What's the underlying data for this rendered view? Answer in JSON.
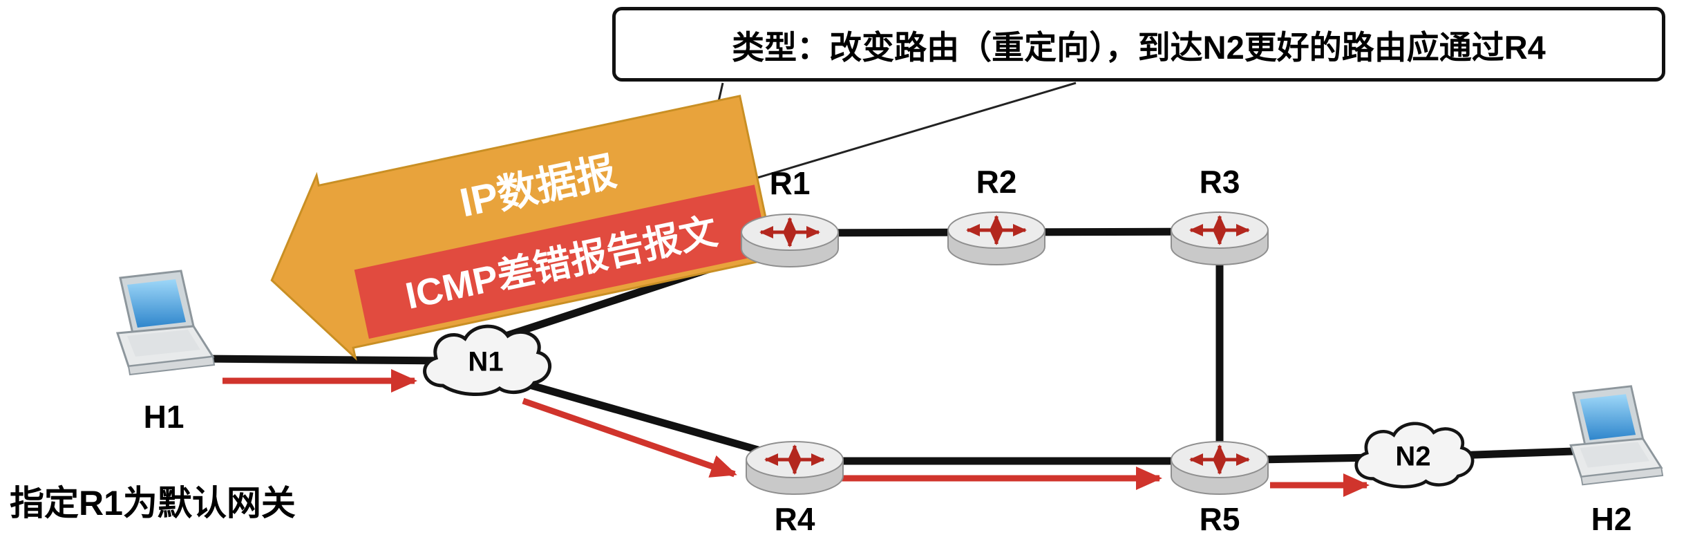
{
  "callout": {
    "text": "类型：改变路由（重定向），到达N2更好的路由应通过R4"
  },
  "banner": {
    "outer_label": "IP数据报",
    "inner_label": "ICMP差错报告报文"
  },
  "note": {
    "text": "指定R1为默认网关"
  },
  "nodes": {
    "h1": {
      "label": "H1",
      "type": "host"
    },
    "h2": {
      "label": "H2",
      "type": "host"
    },
    "n1": {
      "label": "N1",
      "type": "network-cloud"
    },
    "n2": {
      "label": "N2",
      "type": "network-cloud"
    },
    "r1": {
      "label": "R1",
      "type": "router"
    },
    "r2": {
      "label": "R2",
      "type": "router"
    },
    "r3": {
      "label": "R3",
      "type": "router"
    },
    "r4": {
      "label": "R4",
      "type": "router"
    },
    "r5": {
      "label": "R5",
      "type": "router"
    }
  },
  "links": [
    "H1-N1",
    "N1-R1",
    "R1-R2",
    "R2-R3",
    "R3-R5",
    "N1-R4",
    "R4-R5",
    "R5-N2",
    "N2-H2"
  ],
  "flows": [
    "H1→N1",
    "N1→R4",
    "R4→R5",
    "R5→N2"
  ],
  "colors": {
    "link": "#111111",
    "arrow": "#d0342c",
    "banner_gold": "#e8a33c",
    "banner_gold_edge": "#c98f24",
    "banner_red": "#e14b3f",
    "callout_line": "#222222"
  }
}
